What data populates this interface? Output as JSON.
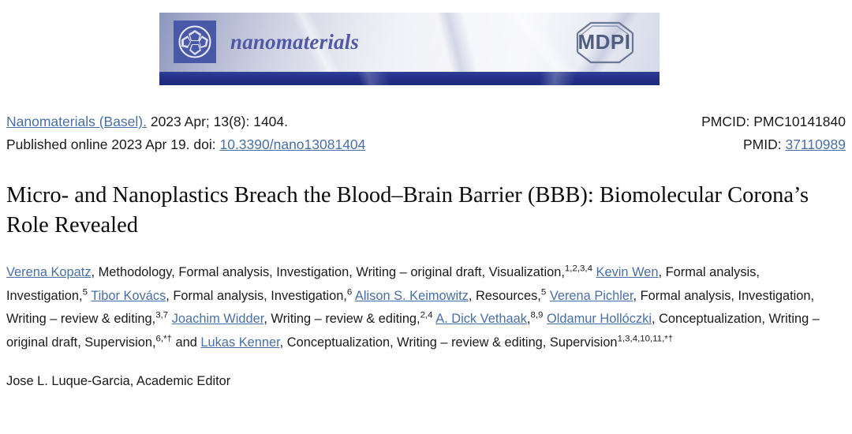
{
  "banner": {
    "journal_wordmark": "nanomaterials",
    "publisher_logo_text": "MDPI",
    "fullerene_icon_name": "fullerene-icon"
  },
  "citation": {
    "journal_link": "Nanomaterials (Basel).",
    "issue_text": " 2023 Apr; 13(8): 1404.",
    "published_prefix": "Published online 2023 Apr 19. doi: ",
    "doi_link": "10.3390/nano13081404",
    "pmcid_label": "PMCID: PMC10141840",
    "pmid_label": "PMID: ",
    "pmid_value": "37110989"
  },
  "article": {
    "title": "Micro- and Nanoplastics Breach the Blood–Brain Barrier (BBB): Biomolecular Corona’s Role Revealed",
    "editor": "Jose L. Luque-Garcia, Academic Editor"
  },
  "authors": [
    {
      "name": "Verena Kopatz",
      "is_link": true,
      "roles": ", Methodology, Formal analysis, Investigation, Writing – original draft, Visualization,",
      "sup": "1,2,3,4"
    },
    {
      "name": "Kevin Wen",
      "is_link": true,
      "roles": ", Formal analysis, Investigation,",
      "sup": "5"
    },
    {
      "name": "Tibor Kovács",
      "is_link": true,
      "roles": ", Formal analysis, Investigation,",
      "sup": "6"
    },
    {
      "name": "Alison S. Keimowitz",
      "is_link": true,
      "roles": ", Resources,",
      "sup": "5"
    },
    {
      "name": "Verena Pichler",
      "is_link": true,
      "roles": ", Formal analysis, Investigation, Writing – review & editing,",
      "sup": "3,7"
    },
    {
      "name": "Joachim Widder",
      "is_link": true,
      "roles": ", Writing – review & editing,",
      "sup": "2,4"
    },
    {
      "name": "A. Dick Vethaak",
      "is_link": true,
      "roles": ",",
      "sup": "8,9"
    },
    {
      "name": "Oldamur Hollóczki",
      "is_link": true,
      "roles": ", Conceptualization, Writing – original draft, Supervision,",
      "sup": "6,*†",
      "trailing": " and"
    },
    {
      "name": "Lukas Kenner",
      "is_link": true,
      "roles": ", Conceptualization, Writing – review & editing, Supervision",
      "sup": "1,3,4,10,11,*†"
    }
  ],
  "colors": {
    "link": "#4a6fa5",
    "banner_bar": "#25318a",
    "wordmark": "#5159a6",
    "mdpi_slate": "#5c6b8a"
  }
}
